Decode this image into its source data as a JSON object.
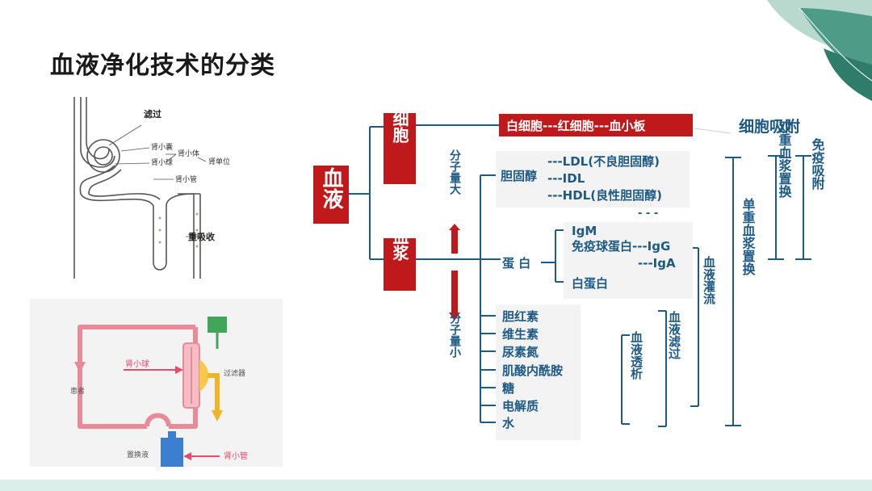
{
  "slide": {
    "title": "血液净化技术的分类"
  },
  "colors": {
    "red": "#c0191c",
    "blue": "#1d5a84",
    "gray_panel": "#f3f3f3"
  },
  "kidney_diagram": {
    "filter": "滤过",
    "renal_capsule": "肾小囊",
    "glomerulus": "肾小球",
    "renal_corpuscle": "肾小体",
    "nephron": "肾单位",
    "renal_tubule": "肾小管",
    "reabsorption": "重吸收"
  },
  "circuit_diagram": {
    "glomerulus": "肾小球",
    "filter": "过滤器",
    "patient": "患者",
    "replacement_fluid": "置换液",
    "renal_tubule": "肾小管"
  },
  "classification": {
    "blood": "血液",
    "blood_cells": "血细胞",
    "plasma": "血浆",
    "cells_line": "白细胞---红细胞---血小板",
    "cell_adsorption": "细胞吸附",
    "molecule_large": "分子量大",
    "molecule_small": "分子量小",
    "cholesterol": "胆固醇",
    "ldl": "---LDL(不良胆固醇)",
    "idl": "---IDL",
    "hdl": "---HDL(良性胆固醇)",
    "dashes": "-  -  -",
    "protein": "蛋 白",
    "igm": "IgM",
    "immunoglobulin": "免疫球蛋白---IgG",
    "iga": "---IgA",
    "albumin": "白蛋白",
    "small_items": [
      "胆红素",
      "维生素",
      "尿素氮",
      "肌酸内酰胺",
      "糖",
      "电解质",
      "水"
    ],
    "double_filtration": "双重血浆置换",
    "immunoadsorption": "免疫吸附",
    "single_plasma_exchange": "单重血浆置换",
    "hemoperfusion": "血液灌流",
    "hemofiltration": "血液滤过",
    "hemodialysis": "血液透析"
  }
}
